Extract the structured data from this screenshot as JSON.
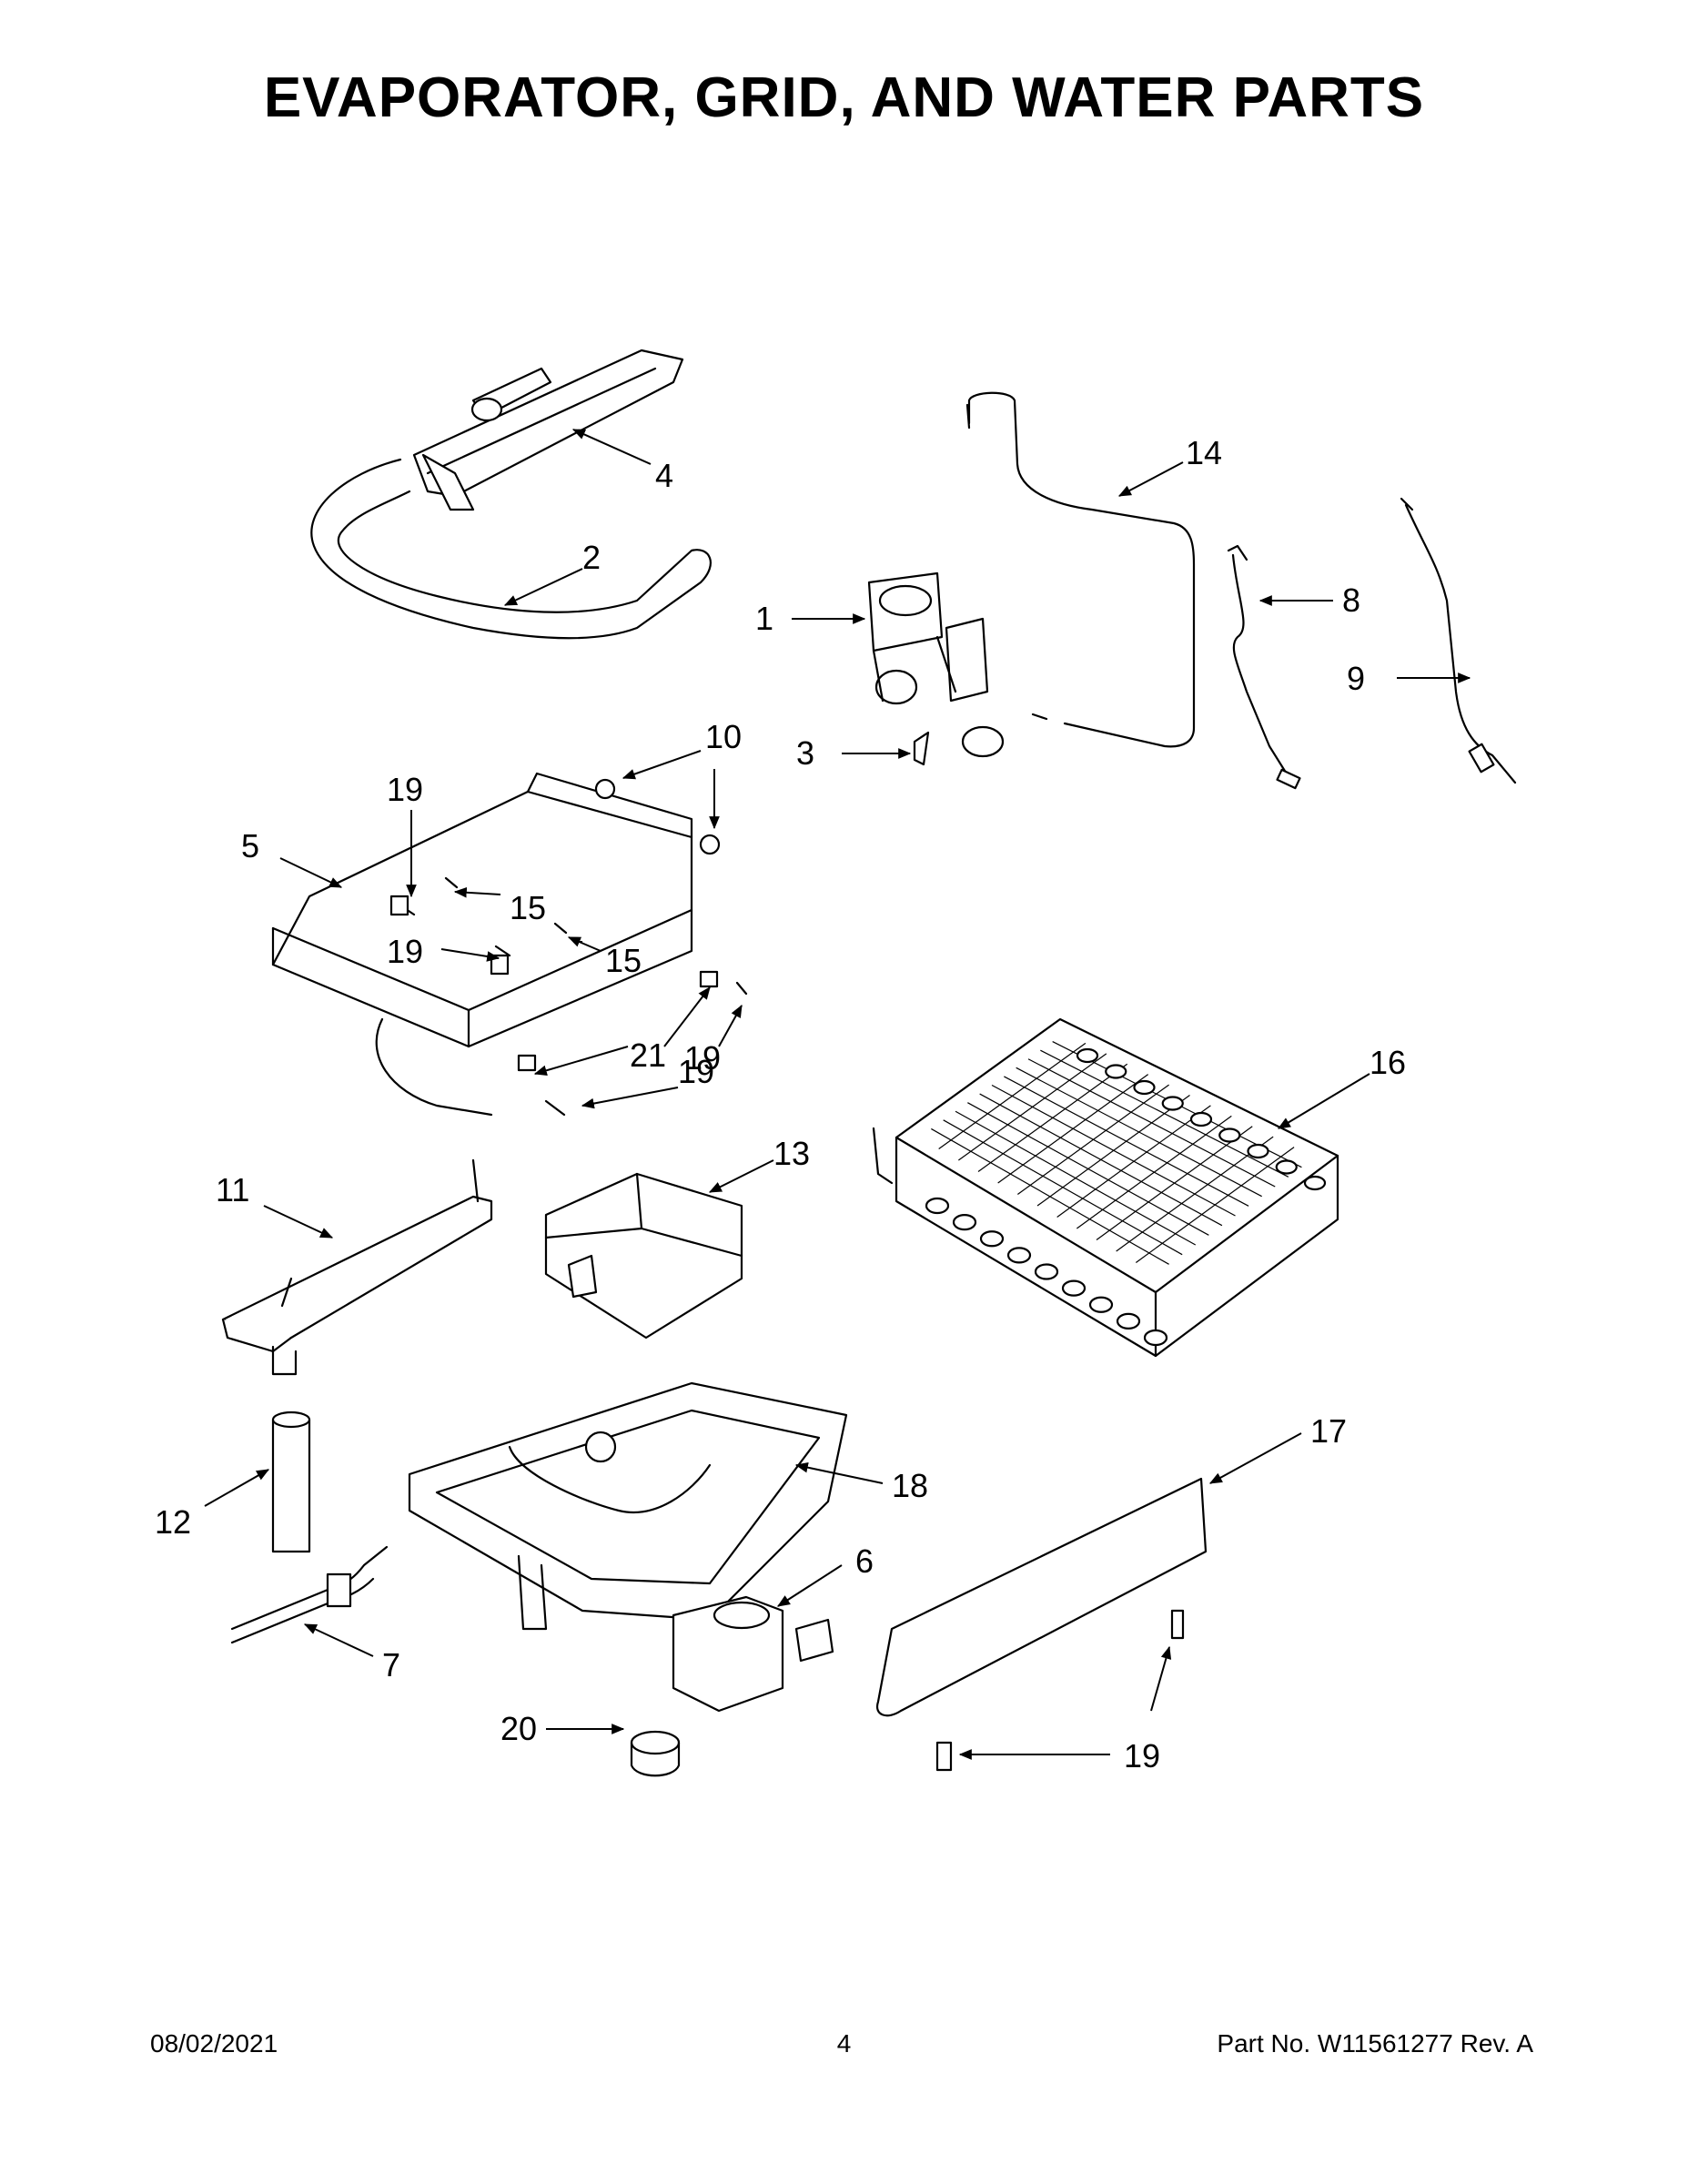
{
  "title": "EVAPORATOR, GRID, AND WATER PARTS",
  "callouts": [
    "4",
    "2",
    "14",
    "1",
    "8",
    "9",
    "3",
    "10",
    "19",
    "5",
    "15",
    "19",
    "15",
    "21",
    "19",
    "16",
    "11",
    "13",
    "12",
    "18",
    "17",
    "6",
    "7",
    "20",
    "19",
    "19"
  ],
  "footer": {
    "date": "08/02/2021",
    "page": "4",
    "part_number": "Part No.  W11561277  Rev.  A"
  }
}
